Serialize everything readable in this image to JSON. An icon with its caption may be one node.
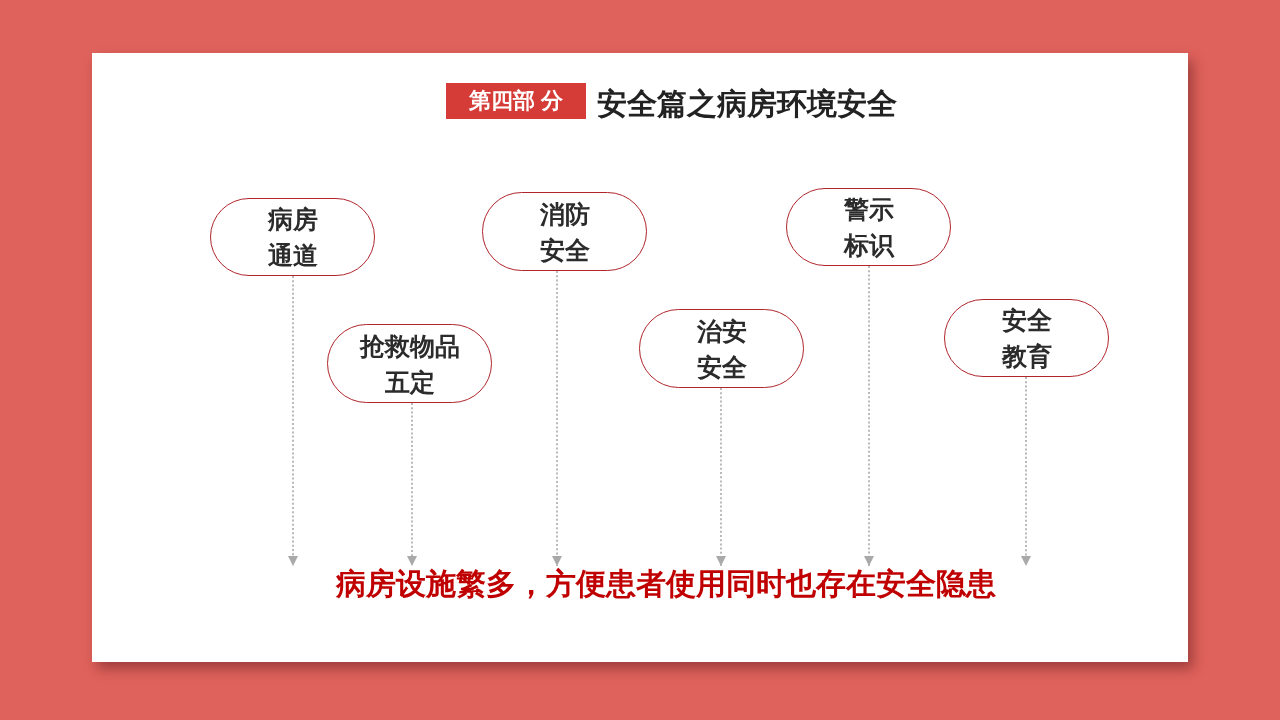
{
  "diagram": {
    "title": "安全篇之病房环境安全",
    "nodes": [
      {
        "text": [
          "第四部 分"
        ]
      },
      {
        "text": [
          "病房通道"
        ]
      },
      {
        "text": [
          "抢救物品五定"
        ]
      },
      {
        "text": [
          "消防安全"
        ]
      },
      {
        "text": [
          "治安安全"
        ]
      },
      {
        "text": [
          "警示标识"
        ]
      },
      {
        "text": [
          "安全教育"
        ]
      },
      {
        "text": [
          "病房设施繁多，方便患者使用同时也存在安全隐患"
        ]
      }
    ],
    "edges": [
      {
        "from": 1,
        "to": 7,
        "arrow": "to",
        "style": "dashed"
      },
      {
        "from": 2,
        "to": 7,
        "arrow": "to",
        "style": "dashed"
      },
      {
        "from": 3,
        "to": 7,
        "arrow": "to",
        "style": "dashed"
      },
      {
        "from": 4,
        "to": 7,
        "arrow": "to",
        "style": "dashed"
      },
      {
        "from": 5,
        "to": 7,
        "arrow": "to",
        "style": "dashed"
      },
      {
        "from": 6,
        "to": 7,
        "arrow": "to",
        "style": "dashed"
      }
    ]
  }
}
